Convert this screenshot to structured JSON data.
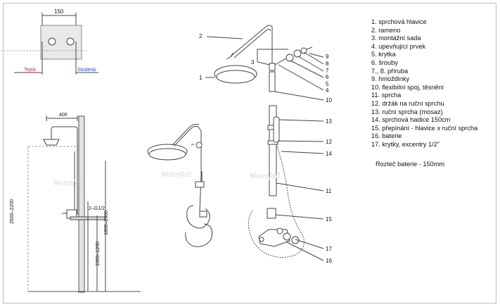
{
  "wall_plate": {
    "dimension": "150",
    "warm_label": "Teplá",
    "cold_label": "Studená"
  },
  "side_view": {
    "arm_length": "400",
    "total_height": "2500–2200",
    "head_height": "1800–2000",
    "mixer_height": "1000–1200",
    "connection": "2–G1/2"
  },
  "watermark": [
    "Waterfall",
    "Waterfall",
    "Waterfall"
  ],
  "parts": [
    "1. sprchová hlavice",
    "2. rameno",
    "3. montážní sada",
    "4. upevňující prvek",
    "5. krytka",
    "6. šrouby",
    "7., 8. příruba",
    "9. hmoždinky",
    "10. flexibilní spoj, těsnění",
    "11. sprcha",
    "12. držák na ruční sprchu",
    "13. ruční sprcha (mosaz)",
    "14. sprchová hadice 150cm",
    "15. přepínání - hlavice x ruční sprcha",
    "16. baterie",
    "17. krytky, excentry 1/2\""
  ],
  "note": "Rozteč baterie - 150mm",
  "callouts": [
    "1",
    "2",
    "3",
    "4",
    "5",
    "6",
    "7",
    "8",
    "9",
    "10",
    "11",
    "12",
    "13",
    "14",
    "15",
    "16",
    "17"
  ]
}
